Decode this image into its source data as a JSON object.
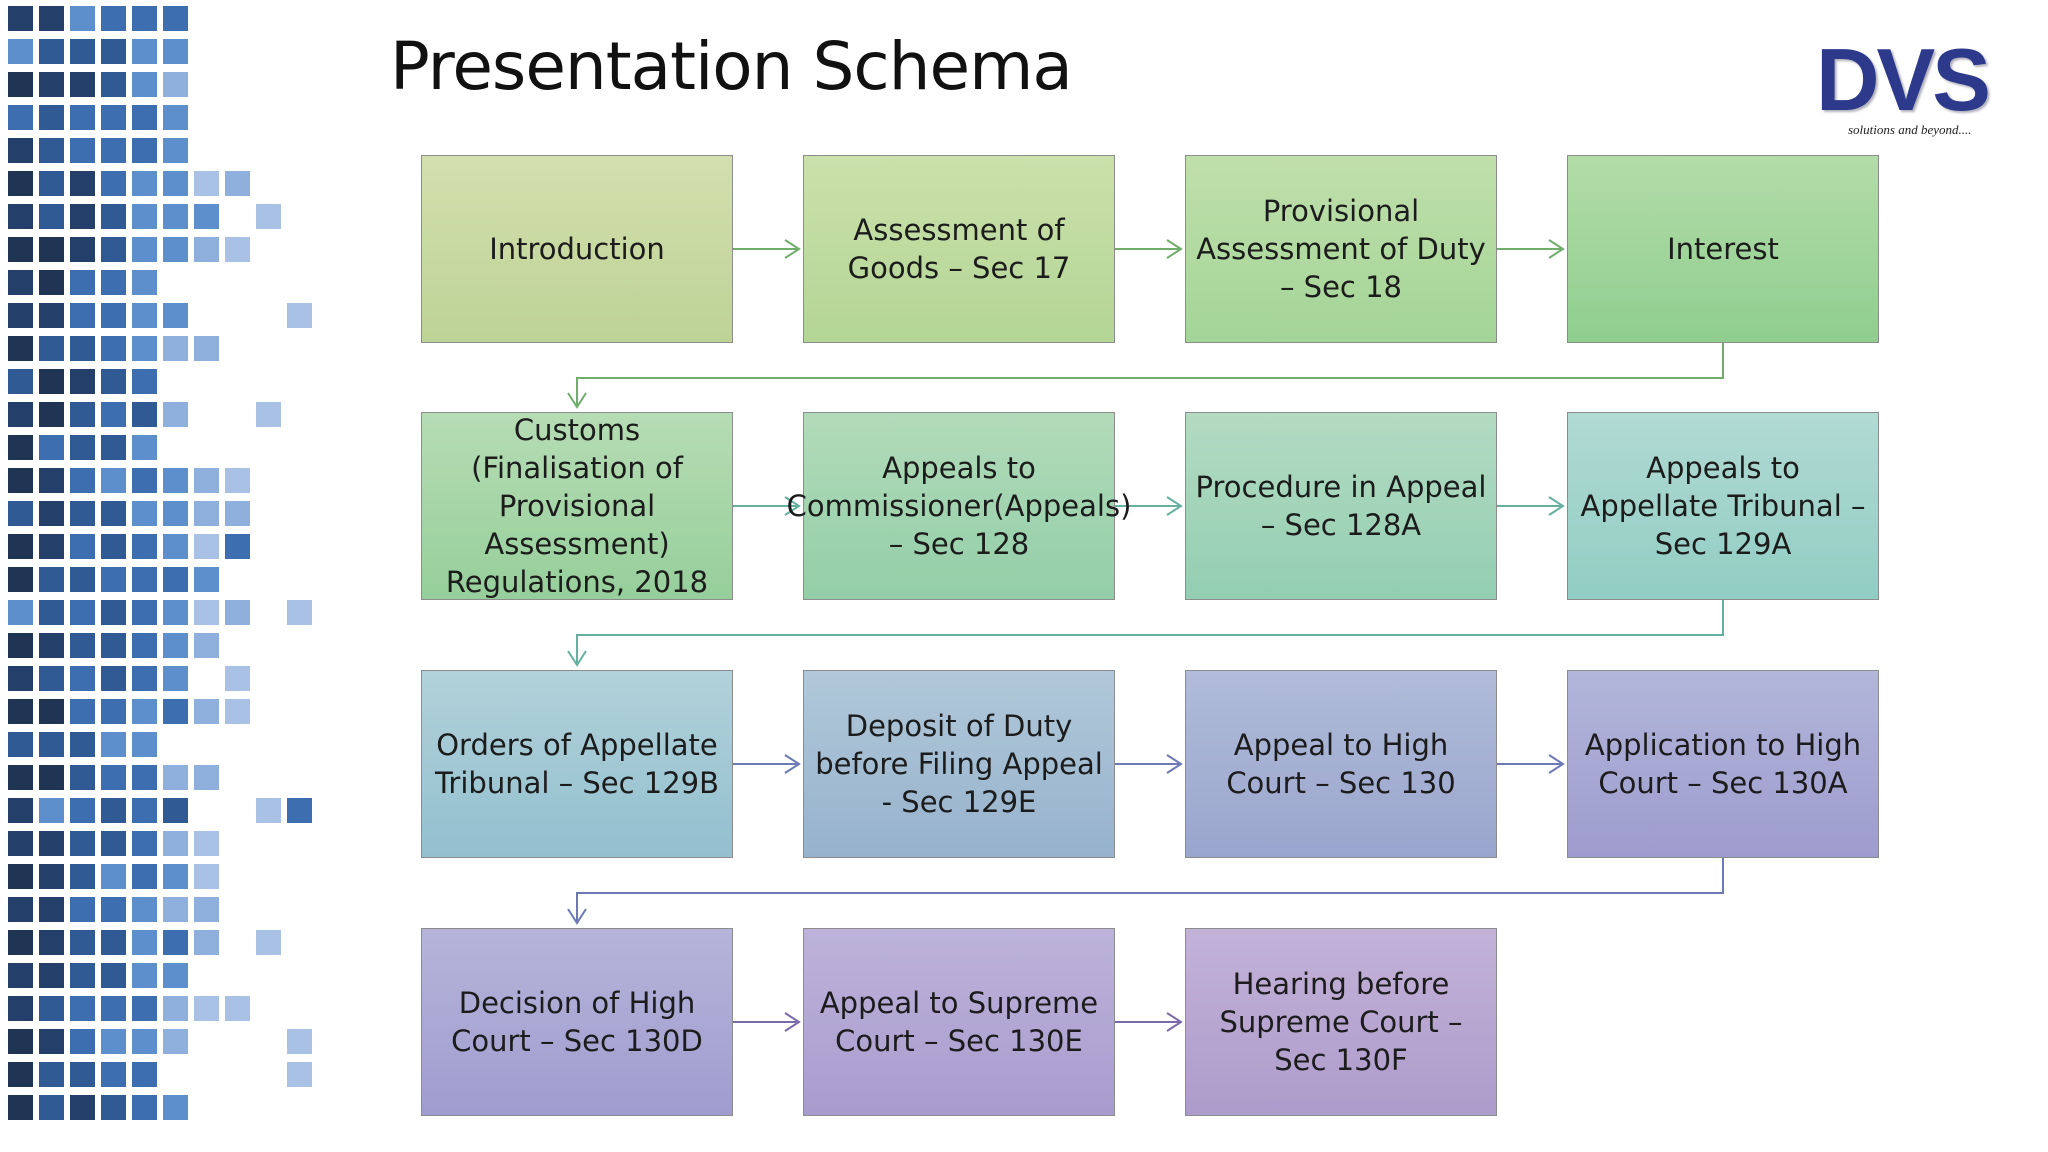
{
  "title": "Presentation Schema",
  "logo": {
    "text": "DVS",
    "tagline": "solutions and beyond....",
    "color": "#2d3a8c"
  },
  "steps": [
    {
      "label": "Introduction",
      "color_top": "#d3dfae",
      "color_bottom": "#bdd396"
    },
    {
      "label": "Assessment of Goods – Sec 17",
      "color_top": "#cbe1ab",
      "color_bottom": "#b3d595"
    },
    {
      "label": "Provisional Assessment of Duty – Sec 18",
      "color_top": "#c0dfab",
      "color_bottom": "#a3d597"
    },
    {
      "label": "Interest",
      "color_top": "#b3dca8",
      "color_bottom": "#8fce8f"
    },
    {
      "label": "Customs (Finalisation of Provisional Assessment) Regulations, 2018",
      "color_top": "#b6dcb4",
      "color_bottom": "#96cf9b"
    },
    {
      "label": "Appeals to Commissioner(Appeals) – Sec 128",
      "color_top": "#b2dbba",
      "color_bottom": "#93cea8"
    },
    {
      "label": "Procedure in Appeal – Sec 128A",
      "color_top": "#b3dbc2",
      "color_bottom": "#93ceb2"
    },
    {
      "label": "Appeals to Appellate Tribunal – Sec 129A",
      "color_top": "#b1dad3",
      "color_bottom": "#91cdc3"
    },
    {
      "label": "Orders of Appellate Tribunal – Sec 129B",
      "color_top": "#b1d2da",
      "color_bottom": "#93bfcf"
    },
    {
      "label": "Deposit of Duty before Filing Appeal - Sec 129E",
      "color_top": "#b0c8d9",
      "color_bottom": "#97b2cd"
    },
    {
      "label": "Appeal to High Court – Sec 130",
      "color_top": "#b0bcd9",
      "color_bottom": "#9aa5cd"
    },
    {
      "label": "Application to High Court – Sec 130A",
      "color_top": "#b2b6da",
      "color_bottom": "#9d9cce"
    },
    {
      "label": "Decision of High Court – Sec 130D",
      "color_top": "#b6b4da",
      "color_bottom": "#a09ccf"
    },
    {
      "label": "Appeal to Supreme Court – Sec 130E",
      "color_top": "#bcb3da",
      "color_bottom": "#a89cce"
    },
    {
      "label": "Hearing before Supreme Court – Sec 130F",
      "color_top": "#c3b2d8",
      "color_bottom": "#ad9bcb"
    }
  ],
  "connector_colors": [
    "#6fae6a",
    "#66b0a0",
    "#6c79b4",
    "#7a6aaa"
  ],
  "mosaic_colors": [
    "#1f3553",
    "#253f6b",
    "#2f5a94",
    "#3d6fb0",
    "#5c8fcc",
    "#8fb0dc",
    "#a9c1e4"
  ]
}
